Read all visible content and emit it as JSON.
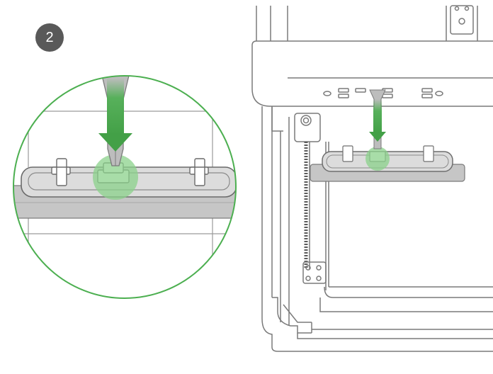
{
  "step": {
    "number": "2"
  },
  "colors": {
    "line": "#7a7a7a",
    "line_light": "#bdbdbd",
    "panel": "#dcdcdc",
    "panel_dark": "#c6c6c6",
    "accent_green": "#4caf50",
    "highlight_green": "#8bd18b",
    "badge": "#595959"
  },
  "icons": {
    "arrow": "down-arrow-icon",
    "tool": "screwdriver-tool",
    "highlight": "highlight-circle"
  }
}
